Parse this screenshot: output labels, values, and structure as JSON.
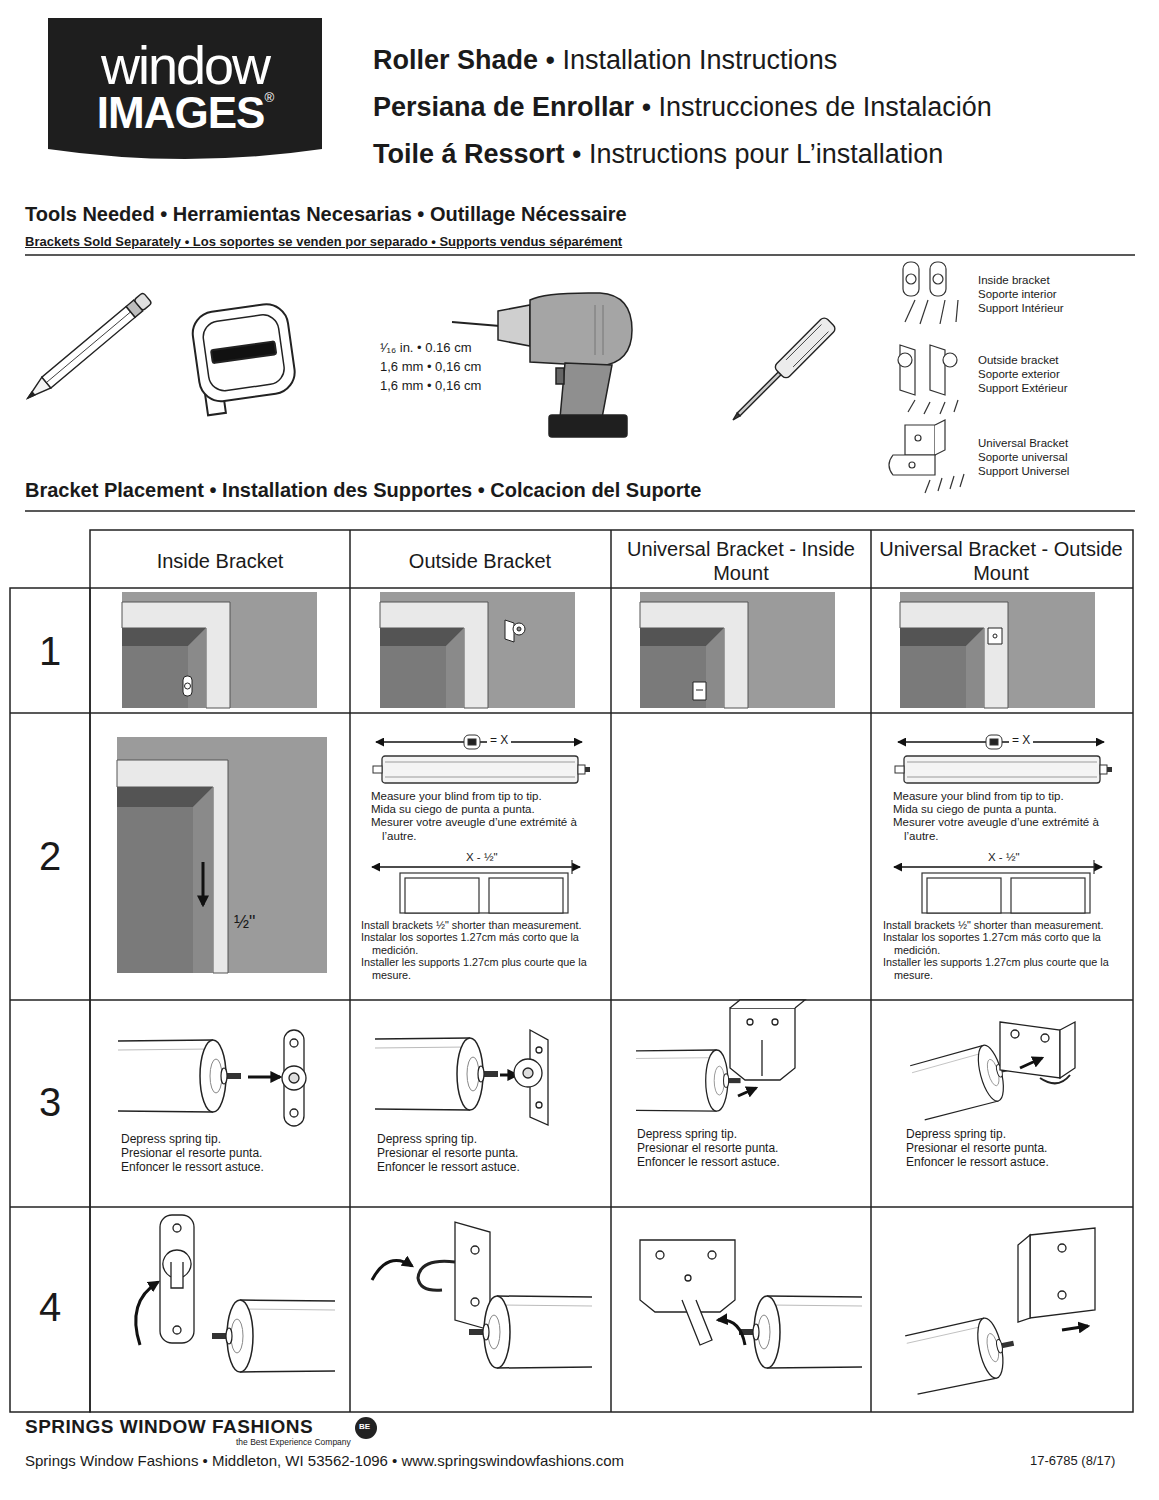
{
  "diagram": {
    "title": "Roller Shade • Installation Instructions",
    "nodes": [
      {
        "text": [
          "window",
          "IMAGES®"
        ]
      }
    ],
    "labels": [
      "Persiana de Enrollar • Instrucciones de Instalación",
      "Toile á Ressort • Instructions pour L’installation",
      "Tools Needed • Herramientas Necesarias • Outillage Nécessaire",
      "Brackets Sold Separately • Los soportes se venden por separado • Supports vendus séparément",
      "¹⁄₁₆ in. • 0.16 cm",
      "1,6 mm • 0,16 cm",
      "1,6 mm • 0,16 cm",
      "Inside bracket",
      "Soporte interior",
      "Support Intérieur",
      "Outside bracket",
      "Soporte exterior",
      "Support Extérieur",
      "Universal Bracket",
      "Soporte universal",
      "Support Universel",
      "Bracket Placement • Installation des Supportes • Colcacion del Suporte",
      "Inside Bracket",
      "Outside Bracket",
      "Universal Bracket - Inside Mount",
      "Universal Bracket - Outside Mount",
      "1",
      "2",
      "3",
      "4",
      "½\"",
      "= X",
      "Measure your blind from tip to tip.",
      "Mida su ciego de punta a punta.",
      "Mesurer votre aveugle d’une extrémité à l’autre.",
      "X - ½\"",
      "Install brackets ½\" shorter than measurement.",
      "Instalar los soportes 1.27cm más corto que la medición.",
      "Installer les supports 1.27cm plus courte que la mesure.",
      "= X",
      "Measure your blind from tip to tip.",
      "Mida su ciego de punta a punta.",
      "Mesurer votre aveugle d’une extrémité à l’autre.",
      "X - ½\"",
      "Install brackets ½\" shorter than measurement.",
      "Instalar los soportes 1.27cm más corto que la medición.",
      "Installer les supports 1.27cm plus courte que la mesure.",
      "Depress spring tip.",
      "Presionar el resorte punta.",
      "Enfoncer le ressort astuce.",
      "Depress spring tip.",
      "Presionar el resorte punta.",
      "Enfoncer le ressort astuce.",
      "Depress spring tip.",
      "Presionar el resorte punta.",
      "Enfoncer le ressort astuce.",
      "Depress spring tip.",
      "Presionar el resorte punta.",
      "Enfoncer le ressort astuce.",
      "SPRINGS WINDOW FASHIONS",
      "the Best Experience Company",
      "Springs Window Fashions • Middleton, WI 53562-1096 • www.springswindowfashions.com",
      "17-6785 (8/17)",
      "BE"
    ]
  }
}
